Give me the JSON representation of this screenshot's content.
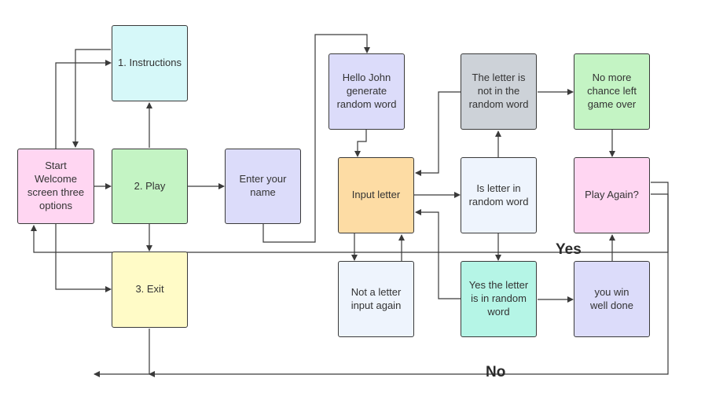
{
  "nodes": {
    "start": {
      "label": "Start Welcome screen three options",
      "color": "#FFD6F2"
    },
    "instructions": {
      "label": "1. Instructions",
      "color": "#D6F8F9"
    },
    "play": {
      "label": "2. Play",
      "color": "#C4F4C4"
    },
    "exit": {
      "label": "3. Exit",
      "color": "#FFFBC7"
    },
    "enter_name": {
      "label": "Enter your name",
      "color": "#DCDCFA"
    },
    "hello": {
      "label": "Hello John generate random word",
      "color": "#DCDCFA"
    },
    "input_letter": {
      "label": "Input letter",
      "color": "#FDDCA4"
    },
    "not_letter": {
      "label": "Not a letter input again",
      "color": "#EEF4FD"
    },
    "is_letter": {
      "label": "Is letter in random word",
      "color": "#EEF4FD"
    },
    "not_in_word": {
      "label": "The letter is not in the random word",
      "color": "#CDD2D8"
    },
    "in_word": {
      "label": "Yes the letter is in random word",
      "color": "#B5F5E6"
    },
    "no_more": {
      "label": "No more chance left game over",
      "color": "#C4F4C4"
    },
    "play_again": {
      "label": "Play Again?",
      "color": "#FFD6F2"
    },
    "win": {
      "label": "you win well done",
      "color": "#DCDCFA"
    }
  },
  "labels": {
    "yes": "Yes",
    "no": "No"
  },
  "colors": {
    "line": "#3a3a3a",
    "border": "#3a3a3a"
  }
}
